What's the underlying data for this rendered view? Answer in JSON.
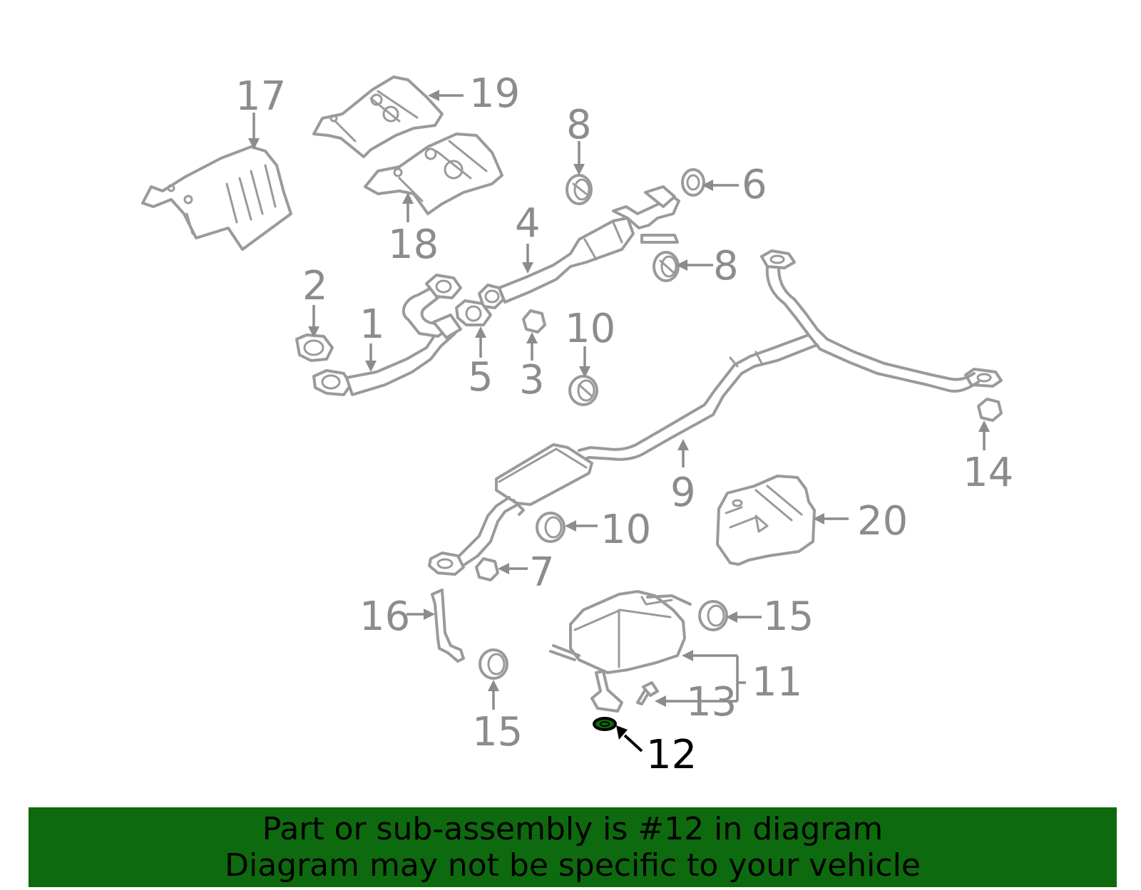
{
  "callouts": {
    "c1": "1",
    "c2": "2",
    "c3": "3",
    "c4": "4",
    "c5": "5",
    "c6": "6",
    "c7": "7",
    "c8a": "8",
    "c8b": "8",
    "c9": "9",
    "c10a": "10",
    "c10b": "10",
    "c11": "11",
    "c12": "12",
    "c13": "13",
    "c14": "14",
    "c15a": "15",
    "c15b": "15",
    "c16": "16",
    "c17": "17",
    "c18": "18",
    "c19": "19",
    "c20": "20"
  },
  "highlight_part": "12",
  "colors": {
    "line": "#9a9a9a",
    "label": "#8c8c8c",
    "highlight": "#000000",
    "banner": "#0e6a0e",
    "gasket_fill": "#0e6a0e"
  },
  "banner": {
    "line1": "Part or sub-assembly is #12 in diagram",
    "line2": "Diagram may not be specific to your vehicle"
  }
}
